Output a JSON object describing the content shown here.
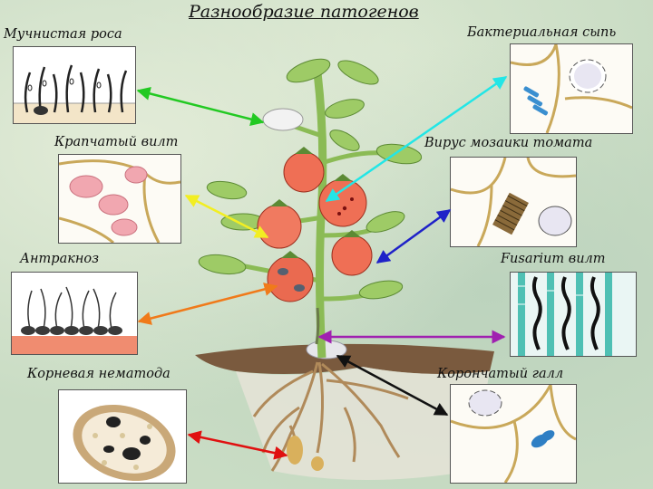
{
  "title": "Разнообразие патогенов",
  "labels": {
    "powdery_mildew": "Мучнистая роса",
    "spotted_wilt": "Крапчатый вилт",
    "anthracnose": "Антракноз",
    "root_nematode": "Корневая нематода",
    "bacterial_spot": "Бактериальная сыпь",
    "mosaic_virus": "Вирус мозаики томата",
    "fusarium_wilt": "Fusarium вилт",
    "crown_gall": "Корончатый галл"
  },
  "arrow_colors": {
    "powdery_mildew": "#22c922",
    "spotted_wilt": "#f2ee22",
    "anthracnose": "#f07a1a",
    "root_nematode": "#e01010",
    "bacterial_spot": "#22e6e6",
    "mosaic_virus": "#1f22c8",
    "fusarium_wilt": "#a020b0",
    "crown_gall": "#111111"
  }
}
